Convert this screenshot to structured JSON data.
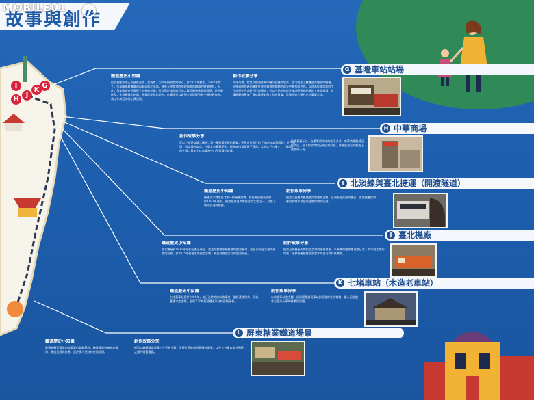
{
  "header": {
    "title": "故事與創作",
    "watermark": "MOBILE01"
  },
  "map": {
    "pins": [
      "I",
      "H",
      "J",
      "K",
      "G"
    ]
  },
  "stations": [
    {
      "badge": "G",
      "title": "基隆車站站場",
      "left_heading": "鐵道歷史小知識",
      "left_text": "位於基隆市中正的基隆站場，是負責人力與車輛調度的中心，於1919年動工，1927年完工，位基隆為縱貫鐵道起點站的北半部，負有天然良港的地理優勢與鐵路的物流地位。因此，日本政府在此興建了完善的站場，從昔對於塊狀的亞洲二戰前開始進展與戰爭，前今屬終及，全為基隆的站場，為量即使是的地方，在臺灣可以做到全部管理到有一間時段作為，為工作為亞洲的工具活動。",
      "right_heading": "創作故事分享",
      "right_text": "再站站場，就是以鐵道作為中機以往機的地方，也可說是了整體臺灣鐵道的開端，很多與創作者的機會在這個鐵道作相關的部分中尋找與合作。以此為藍本設計的工作站將在日本時代作為開始，並以一站站的設計來說明整個站場的工作與維護，並讓參觀者更加了解這段歷史與工作的意義，是臺灣進入現代化的重要步伐。"
    },
    {
      "badge": "H",
      "title": "中華商場",
      "left_heading": "創作故事分享",
      "left_text": "是以「幸運商場」構想，第一棟建築呈現的意義，把歷史及現代的「National國際牌」紅色招牌，與商場的商品，在臺北的繁華期中，都為城市發展留下見證。本站以「八樓」、「鐵道」為主題，再加上以商場為中心所發展的故事。",
      "right_text": "該場景預示以人在繁華都市中的生活方式，中華商場雖然已經消失，但人們對其的記憶仍然存在，成為臺灣近代歷史上重要的一頁。"
    },
    {
      "badge": "I",
      "title": "北淡線與臺北捷運（開渡隧道）",
      "left_heading": "鐵道歷史小知識",
      "left_text": "捷運淡水線是臺北第一條捷運路線，前身為臺鐵淡水線，於1997年通車，開渡隧道為其中重要的工程之一，見證了城市交通的轉變。",
      "right_heading": "創作故事分享",
      "right_text": "模型以捷運與舊鐵道交會處為主題，呈現新舊交替的畫面，並讓觀者從中感受到城市發展的速度與時代記憶。"
    },
    {
      "badge": "J",
      "title": "臺北機廠",
      "left_heading": "鐵道歷史小知識",
      "left_text": "臺北機廠於1935年由松山遷至現址，是臺灣鐵路車輛維修的重要基地，園區內保留大量的建築與設備，於2015年被指定為國定古蹟，為臺灣鐵道文化的重要資產。",
      "right_heading": "創作故事分享",
      "right_text": "模型呈現機廠內的組立工場與維修景象，以精緻的細節重現昔日工人們辛勤工作的場景，讓參觀者能感受到當年的生活與作業樣貌。"
    },
    {
      "badge": "K",
      "title": "七堵車站（木造老車站）",
      "left_heading": "鐵道歷史小知識",
      "left_text": "七堵舊車站建於1908年，為日治時期的木造車站，後經遷移保存，現為基隆市定古蹟，展現了早期臺灣鐵道車站的建築風格。",
      "right_heading": "創作故事分享",
      "right_text": "以木造車站為主題，透過模型重現車站與周邊的生活樣貌，讓人回想起昔日搭乘火車的情景與記憶。"
    },
    {
      "badge": "L",
      "title": "屏東糖業鐵道場景",
      "left_heading": "鐵道歷史小知識",
      "left_text": "屏東糖廠是臺灣南部重要的製糖基地，糖業鐵道曾遍布南臺灣，運送甘蔗與旅客，是許多人兒時的共同記憶。",
      "right_heading": "創作故事分享",
      "right_text": "模型以糖廠鐵道與農村生活為主題，呈現甘蔗收成時熱鬧的場景，以及五分車穿梭於田野之間的懷舊畫面。"
    }
  ]
}
